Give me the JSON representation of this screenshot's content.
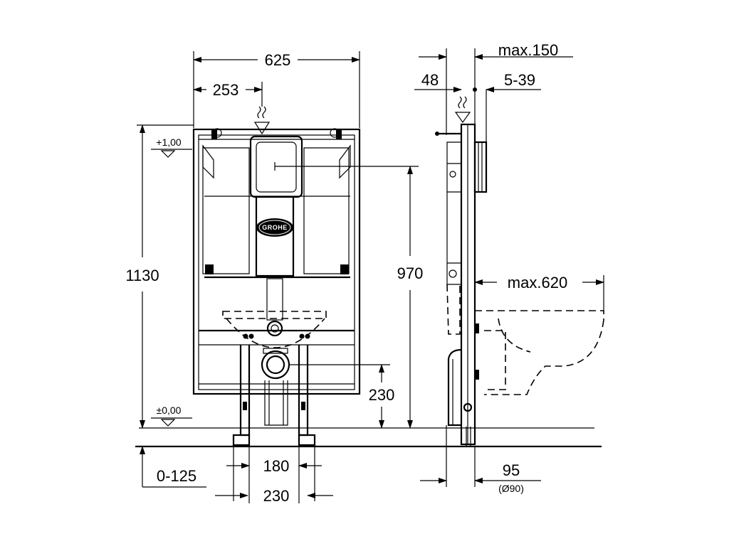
{
  "brand": "GROHE",
  "front_view": {
    "total_width": "625",
    "flush_offset": "253",
    "height_total": "1130",
    "level_top": "+1,00",
    "level_zero": "±0,00",
    "button_height": "970",
    "drain_height": "230",
    "foot_offset": "0-125",
    "foot_spacing_inner": "180",
    "foot_spacing_outer": "230"
  },
  "side_view": {
    "max_depth": "max.150",
    "wall_offset": "48",
    "button_projection": "5-39",
    "max_bowl_length": "max.620",
    "pipe_size": "95",
    "pipe_diameter": "(Ø90)"
  }
}
